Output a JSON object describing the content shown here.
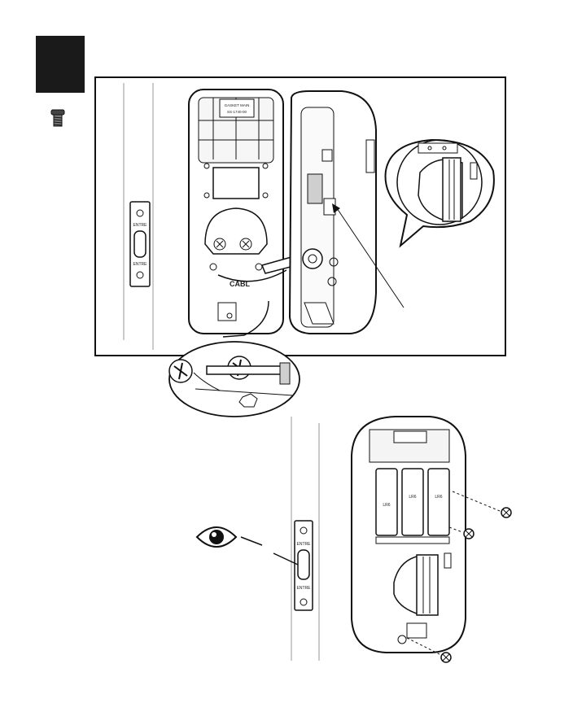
{
  "label_plate": {
    "line1": "GASKET MAIN",
    "line2": "SS-1740-00"
  },
  "cable_label": "CABL",
  "strike_text": {
    "top": "ENTRE",
    "bottom": "ENTRE"
  },
  "battery_label": "LR6",
  "colors": {
    "ink": "#111111",
    "fill_dark": "#1a1a1a",
    "fill_grey": "#cfcfcf",
    "fill_light": "#f4f4f4"
  },
  "icons": [
    "screw-icon",
    "eye-icon",
    "thumb-turn-icon"
  ]
}
